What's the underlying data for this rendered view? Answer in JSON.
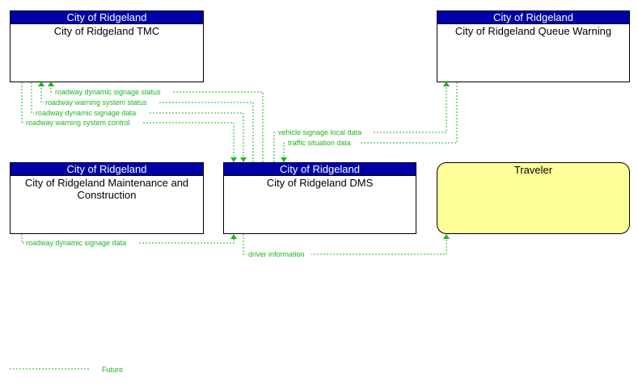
{
  "nodes": {
    "tmc": {
      "owner": "City of Ridgeland",
      "name": "City of Ridgeland TMC"
    },
    "queue": {
      "owner": "City of Ridgeland",
      "name": "City of Ridgeland Queue Warning"
    },
    "maint": {
      "owner": "City of Ridgeland",
      "name": "City of Ridgeland Maintenance and Construction"
    },
    "dms": {
      "owner": "City of Ridgeland",
      "name": "City of Ridgeland DMS"
    },
    "traveler": {
      "name": "Traveler"
    }
  },
  "flows": {
    "f1": "roadway dynamic signage status",
    "f2": "roadway warning system status",
    "f3": "roadway dynamic signage data",
    "f4": "roadway warning system control",
    "f5": "vehicle signage local data",
    "f6": "traffic situation data",
    "f7": "roadway dynamic signage data",
    "f8": "driver information"
  },
  "legend": {
    "future_label": "Future"
  },
  "colors": {
    "header": "#0000aa",
    "flow": "#1fb31f",
    "traveler_fill": "#ffff99"
  }
}
